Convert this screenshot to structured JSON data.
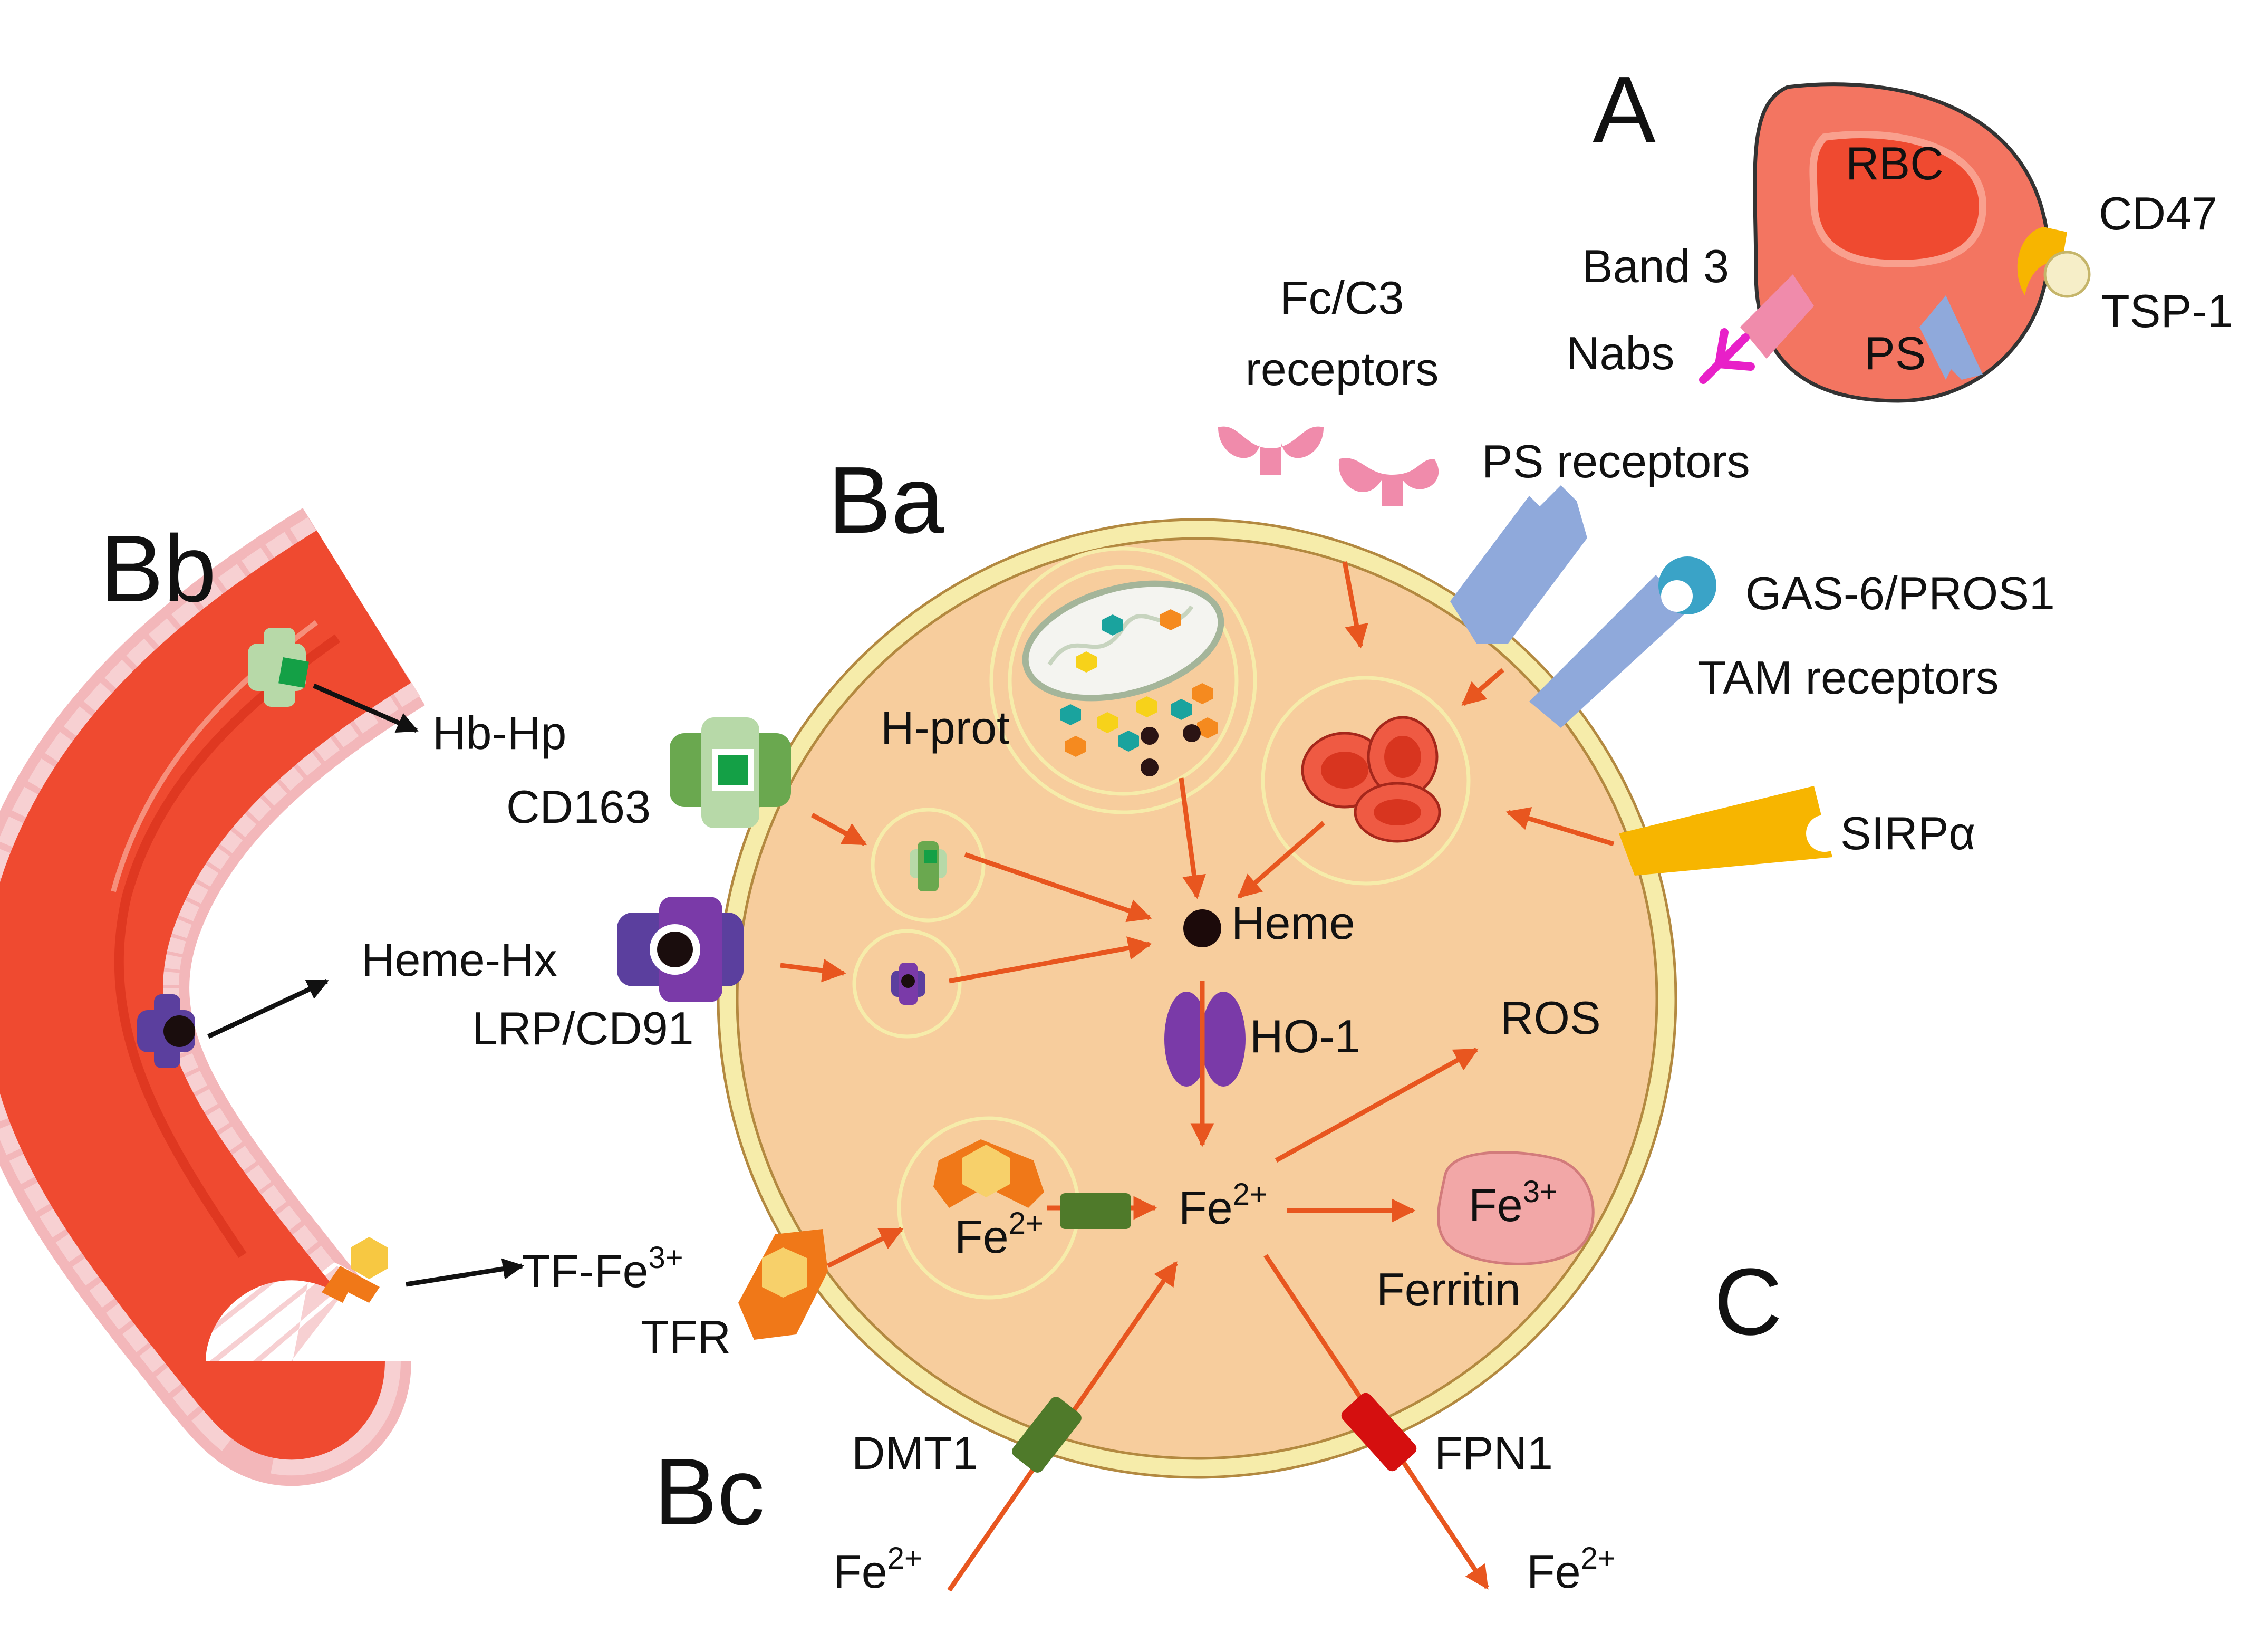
{
  "panels": {
    "a": "A",
    "ba": "Ba",
    "bb": "Bb",
    "bc": "Bc",
    "c": "C"
  },
  "rbc": {
    "label": "RBC",
    "band3": "Band 3",
    "nabs": "Nabs",
    "ps": "PS",
    "cd47": "CD47",
    "tsp1": "TSP-1"
  },
  "receptors": {
    "fc_c3_line1": "Fc/C3",
    "fc_c3_line2": "receptors",
    "ps_receptors": "PS receptors",
    "gas6_pros1": "GAS-6/PROS1",
    "tam_receptors": "TAM receptors",
    "sirpa": "SIRPα",
    "cd163": "CD163",
    "lrp_cd91": "LRP/CD91",
    "tfr": "TFR",
    "dmt1": "DMT1",
    "fpn1": "FPN1"
  },
  "vessel": {
    "hb_hp": "Hb-Hp",
    "heme_hx": "Heme-Hx",
    "tf_fe": "TF-Fe",
    "tf_fe_charge": "3+"
  },
  "cell": {
    "h_prot": "H-prot",
    "heme": "Heme",
    "ho1": "HO-1",
    "ros": "ROS",
    "ferritin": "Ferritin",
    "fe": "Fe",
    "fe2_charge": "2+",
    "fe3_charge": "3+"
  },
  "colors": {
    "macrophage_fill": "#f7cd9d",
    "macrophage_border": "#f6ecaa",
    "rbc_red": "#ef6a55",
    "vessel_red": "#ef4a30",
    "arrow_orange": "#e8561f",
    "ps_blue": "#8fa9db",
    "sirpa_yellow": "#f7b500",
    "cd163_green": "#6aa84f",
    "lrp_purple": "#5b3f9e",
    "dmt1_green": "#4f7a2a",
    "fpn1_red": "#d50f0f",
    "ferritin_pink": "#f2a7a7"
  }
}
